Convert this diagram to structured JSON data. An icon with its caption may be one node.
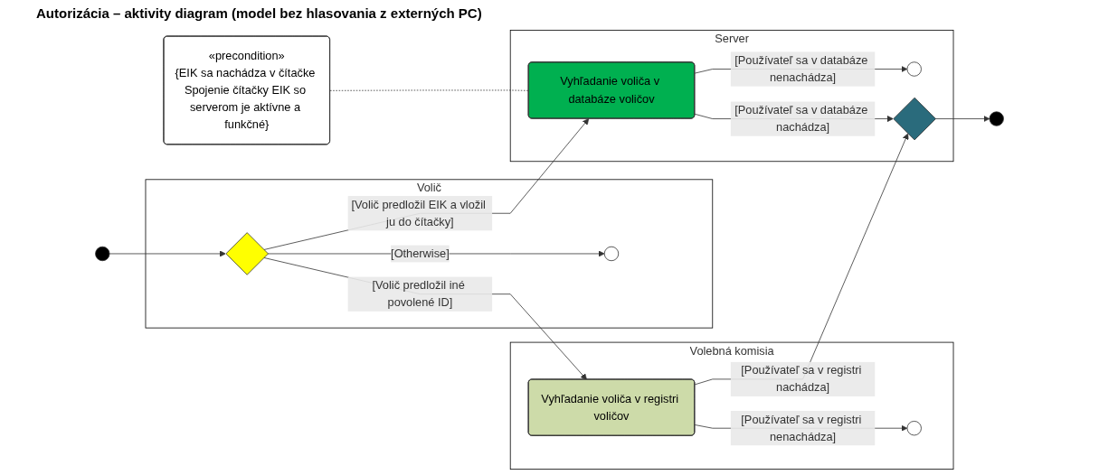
{
  "diagram": {
    "title": "Autorizácia – aktivity diagram (model bez hlasovania z externých PC)",
    "nodes": [
      {
        "text": [
          "Volič"
        ]
      },
      {
        "text": [
          "Volebná komisia"
        ]
      },
      {
        "text": [
          "Server"
        ]
      },
      {
        "text": [],
        "shape": "circle"
      },
      {
        "text": [],
        "shape": "diamond",
        "in": 0
      },
      {
        "text": [],
        "shape": "circle",
        "in": 0
      },
      {
        "text": [
          "Vyhľadanie voliča v registri voličov"
        ],
        "in": 1
      },
      {
        "text": [],
        "shape": "circle",
        "in": 1
      },
      {
        "text": [
          "«precondition»",
          "{EIK sa nachádza v čítačke Spojenie čítačky EIK so serverom je aktívne a funkčné}"
        ]
      },
      {
        "text": [
          "Vyhľadanie voliča v databáze voličov"
        ],
        "in": 2
      },
      {
        "text": [],
        "shape": "circle",
        "in": 2
      },
      {
        "text": [],
        "shape": "diamond",
        "in": 2
      },
      {
        "text": [],
        "shape": "circle"
      }
    ],
    "edges": [
      {
        "from": 3,
        "to": 4,
        "arrow": "to"
      },
      {
        "from": 4,
        "to": 9,
        "arrow": "to",
        "label": "[Volič predložil EIK a vložil ju do čítačky]"
      },
      {
        "from": 4,
        "to": 6,
        "arrow": "to",
        "label": "[Volič predložil iné povolené ID]"
      },
      {
        "from": 4,
        "to": 5,
        "arrow": "to",
        "label": "[Otherwise]"
      },
      {
        "from": 8,
        "to": 9,
        "arrow": "none",
        "style": "dashed"
      },
      {
        "from": 9,
        "to": 10,
        "arrow": "to",
        "label": "[Používateľ sa v databáze nenachádza]"
      },
      {
        "from": 9,
        "to": 11,
        "arrow": "to",
        "label": "[Používateľ sa v databáze nachádza]"
      },
      {
        "from": 6,
        "to": 11,
        "arrow": "to",
        "label": "[Používateľ sa v registri nachádza]"
      },
      {
        "from": 6,
        "to": 7,
        "arrow": "to",
        "label": "[Používateľ sa v registri nenachádza]"
      },
      {
        "from": 11,
        "to": 12,
        "arrow": "to"
      }
    ]
  }
}
